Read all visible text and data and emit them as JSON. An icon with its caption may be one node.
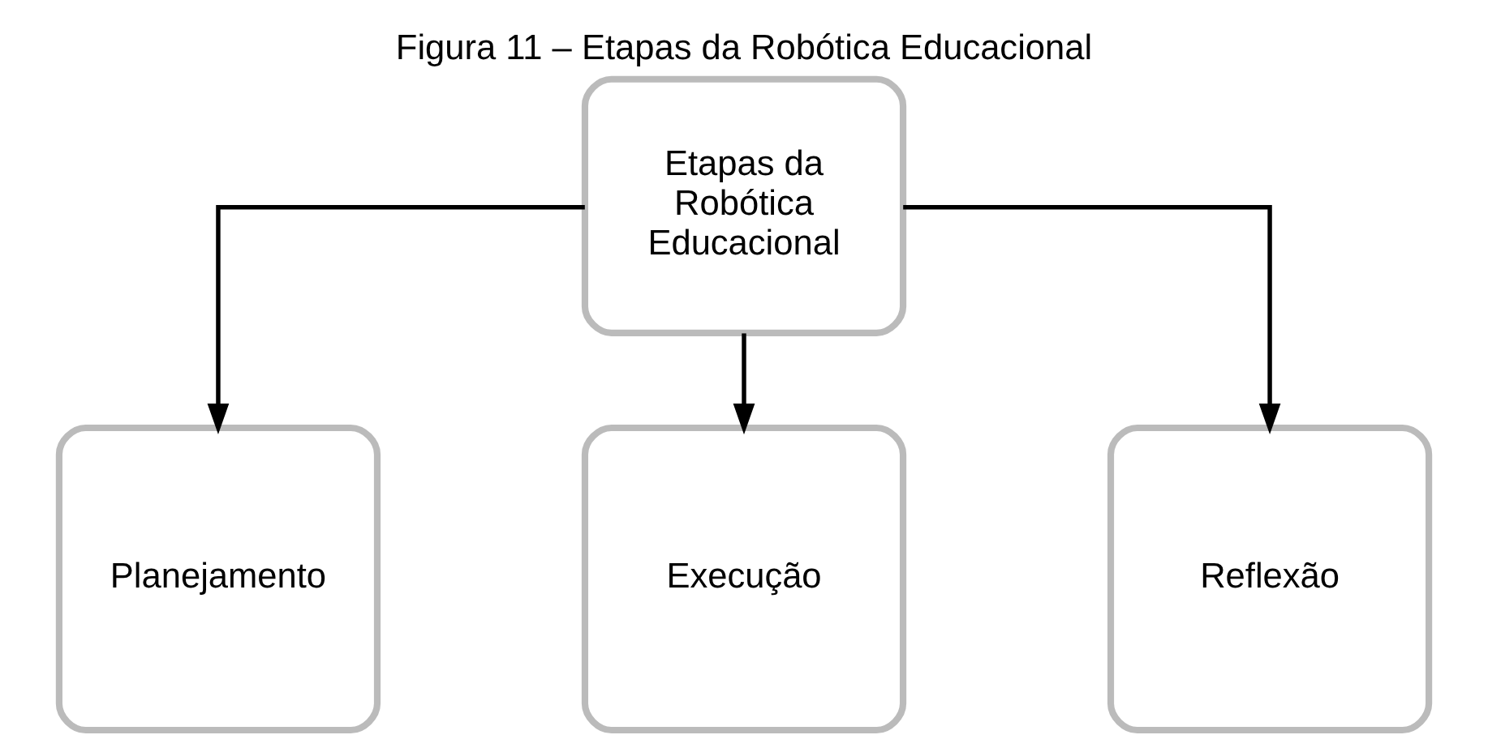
{
  "diagram": {
    "title": "Figura 11 – Etapas da Robótica Educacional",
    "nodes": [
      {
        "text": [
          "Etapas da Robótica Educacional"
        ]
      },
      {
        "text": [
          "Planejamento"
        ]
      },
      {
        "text": [
          "Execução"
        ]
      },
      {
        "text": [
          "Reflexão"
        ]
      }
    ],
    "edges": [
      {
        "from": 0,
        "to": 1,
        "arrow": "to"
      },
      {
        "from": 0,
        "to": 2,
        "arrow": "to"
      },
      {
        "from": 0,
        "to": 3,
        "arrow": "to"
      }
    ]
  }
}
